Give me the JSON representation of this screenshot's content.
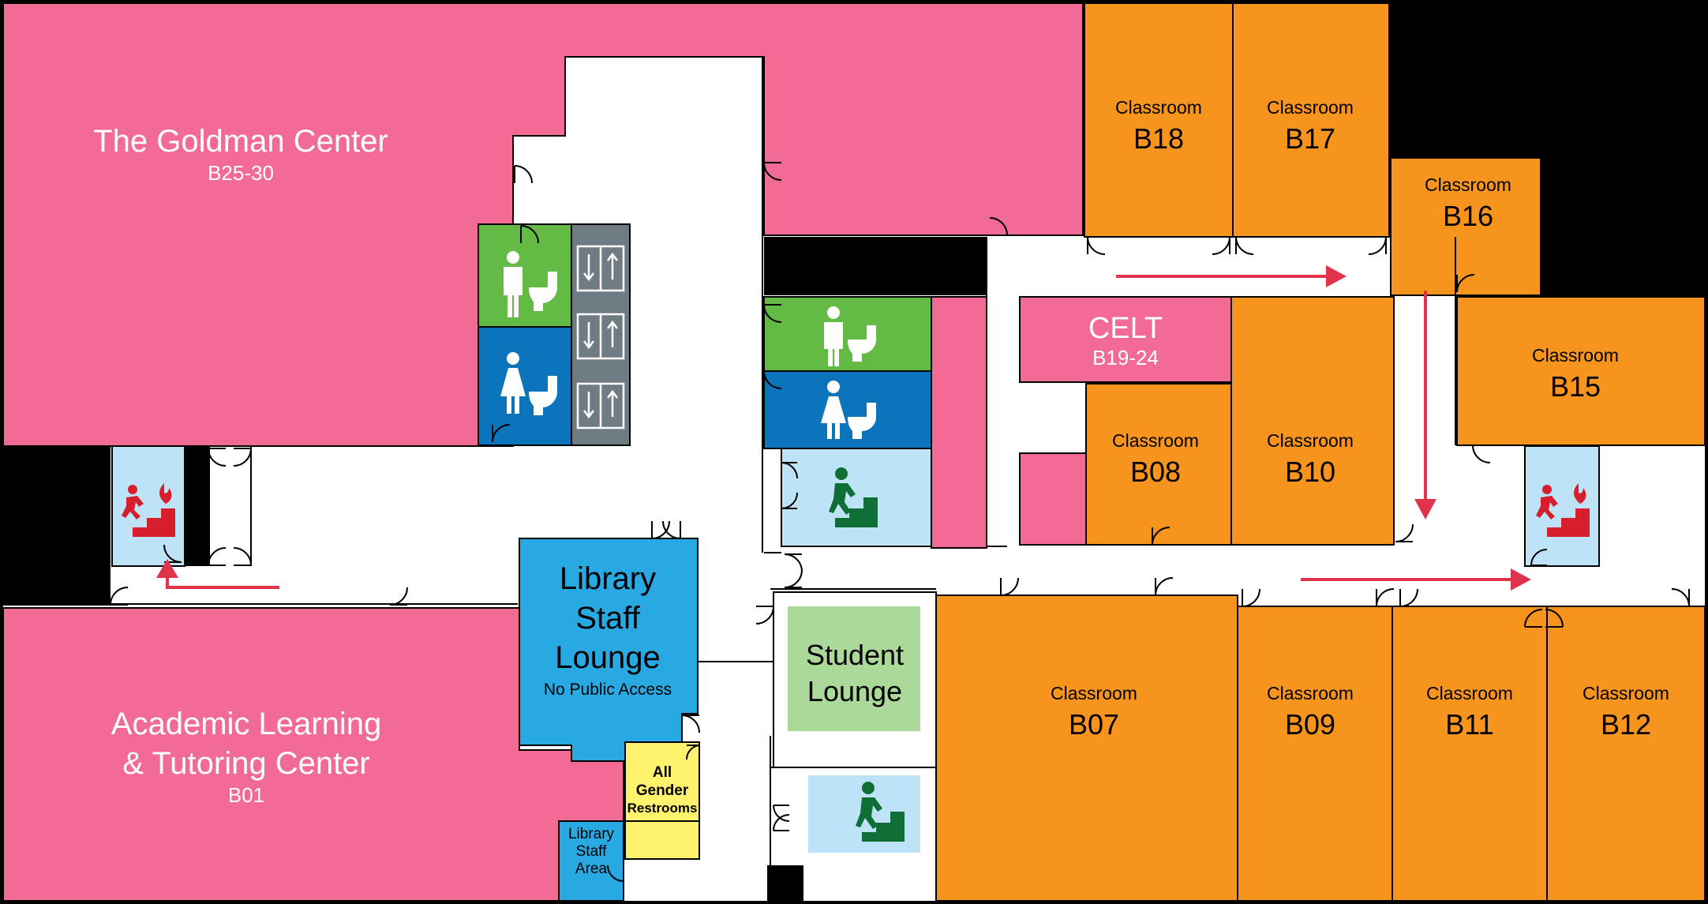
{
  "colors": {
    "pink": "#F26B95",
    "orange": "#F7941D",
    "green": "#63BB45",
    "blue": "#0B74BA",
    "elevator": "#707C84",
    "lightblue": "#BEE3F6",
    "staffblue": "#29A9E1",
    "lightgreen": "#ABD99A",
    "yellow": "#FFF36E",
    "arrow": "#E0334B",
    "stairGreen": "#0E6E35",
    "exitRed": "#D71E2D"
  },
  "icons": {
    "mens_restroom": "mens-restroom-icon",
    "womens_restroom": "womens-restroom-icon",
    "elevator": "elevator-icon",
    "stairs": "stairs-icon",
    "fire_exit": "fire-exit-stairs-icon",
    "direction": "direction-arrow-icon"
  },
  "rooms": {
    "goldman": {
      "name": "The Goldman Center",
      "number": "B25-30"
    },
    "altc": {
      "line1": "Academic Learning",
      "line2": "& Tutoring Center",
      "number": "B01"
    },
    "celt": {
      "name": "CELT",
      "number": "B19-24"
    },
    "library_lounge": {
      "line1": "Library",
      "line2": "Staff",
      "line3": "Lounge",
      "note": "No Public Access"
    },
    "student_lounge": {
      "line1": "Student",
      "line2": "Lounge"
    },
    "all_gender": {
      "line1": "All",
      "line2": "Gender",
      "line3": "Restrooms"
    },
    "library_area": {
      "line1": "Library",
      "line2": "Staff",
      "line3": "Area"
    },
    "classroom_label": "Classroom",
    "classrooms": {
      "b18": "B18",
      "b17": "B17",
      "b16": "B16",
      "b15": "B15",
      "b08": "B08",
      "b10": "B10",
      "b07": "B07",
      "b09": "B09",
      "b11": "B11",
      "b12": "B12"
    }
  }
}
